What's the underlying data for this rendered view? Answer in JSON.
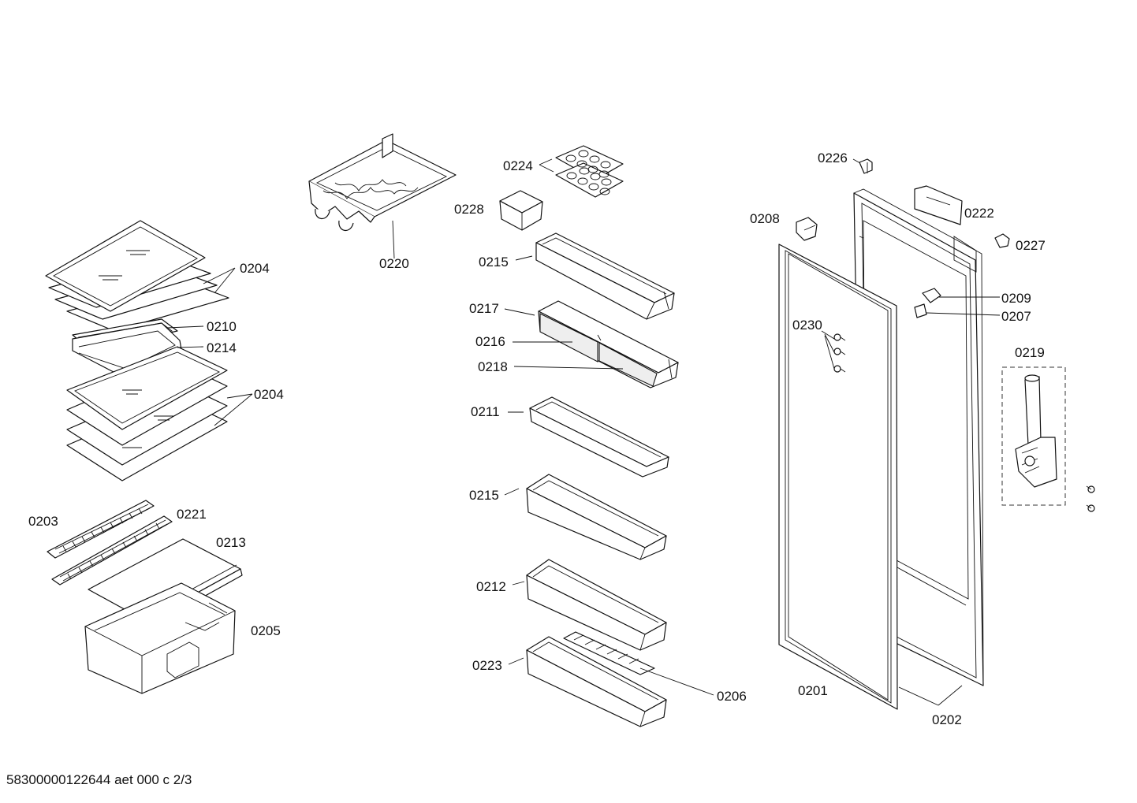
{
  "labels": {
    "l0204a": "0204",
    "l0210": "0210",
    "l0214": "0214",
    "l0204b": "0204",
    "l0203": "0203",
    "l0221": "0221",
    "l0213": "0213",
    "l0205": "0205",
    "l0220": "0220",
    "l0224": "0224",
    "l0228": "0228",
    "l0215a": "0215",
    "l0217": "0217",
    "l0216": "0216",
    "l0218": "0218",
    "l0211": "0211",
    "l0215b": "0215",
    "l0212": "0212",
    "l0223": "0223",
    "l0206": "0206",
    "l0226": "0226",
    "l0222": "0222",
    "l0208": "0208",
    "l0227": "0227",
    "l0209": "0209",
    "l0207": "0207",
    "l0230": "0230",
    "l0219": "0219",
    "l0201": "0201",
    "l0202": "0202"
  },
  "footer": {
    "document_code": "58300000122644 aet 000 c 2/3"
  }
}
